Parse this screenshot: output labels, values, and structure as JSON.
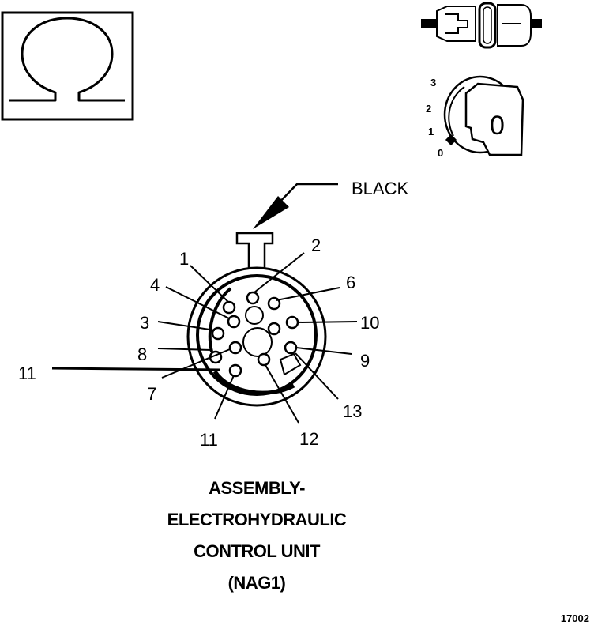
{
  "symbols": {
    "ohm_icon": "ohm-symbol",
    "connector_icon": "connector-plug",
    "ignition_icon": "ignition-key-switch"
  },
  "ignition": {
    "positions": [
      "3",
      "2",
      "1",
      "0"
    ],
    "key_label": "0"
  },
  "wire_color": "BLACK",
  "pins": [
    "1",
    "2",
    "4",
    "6",
    "3",
    "10",
    "8",
    "9",
    "11",
    "7",
    "13",
    "11",
    "12"
  ],
  "title_lines": [
    "ASSEMBLY-",
    "ELECTROHYDRAULIC",
    "CONTROL UNIT",
    "(NAG1)"
  ],
  "figure_number": "17002"
}
